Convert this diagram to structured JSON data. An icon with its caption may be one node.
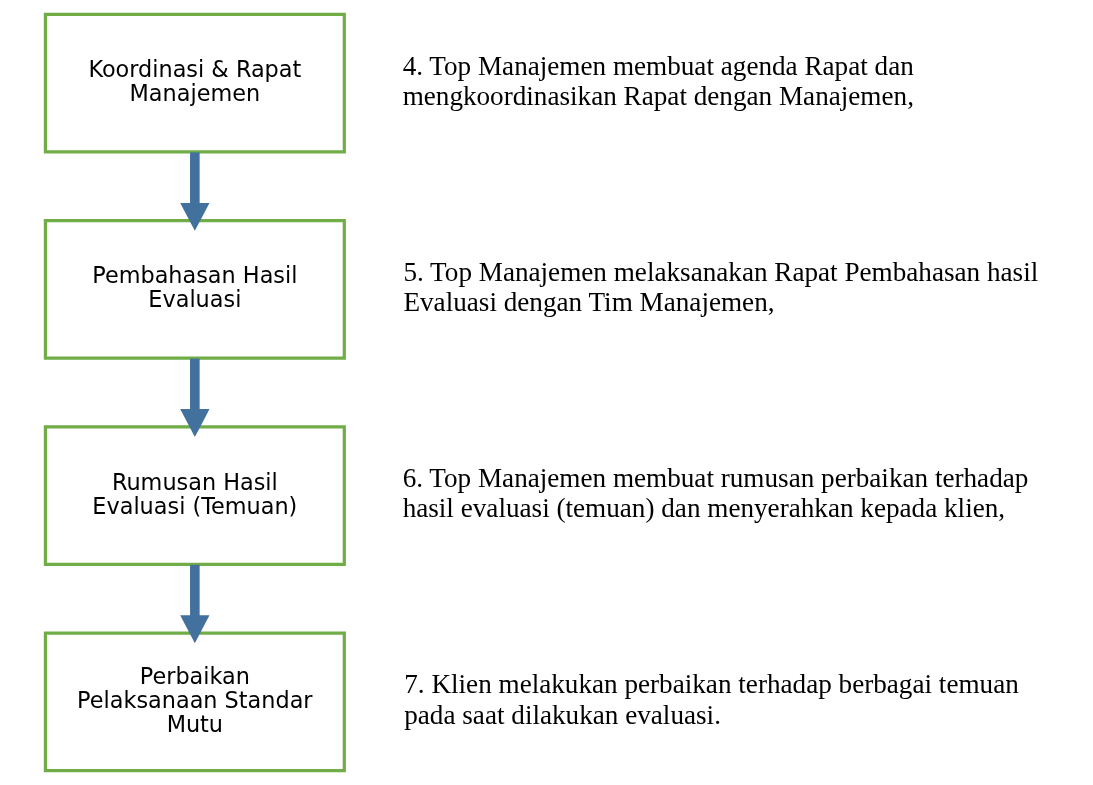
{
  "diagram": {
    "nodes": [
      {
        "text": [
          "Koordinasi & Rapat Manajemen"
        ],
        "beside": [
          "4. Top Manajemen membuat agenda Rapat dan mengkoordinasikan Rapat dengan Manajemen,"
        ]
      },
      {
        "text": [
          "Pembahasan Hasil Evaluasi"
        ],
        "beside": [
          "5. Top Manajemen melaksanakan Rapat Pembahasan hasil Evaluasi dengan Tim Manajemen,"
        ]
      },
      {
        "text": [
          "Rumusan Hasil Evaluasi (Temuan)"
        ],
        "beside": [
          "6. Top Manajemen membuat rumusan perbaikan terhadap hasil evaluasi (temuan) dan menyerahkan kepada klien,"
        ]
      },
      {
        "text": [
          "Perbaikan Pelaksanaan Standar Mutu"
        ],
        "beside": [
          "7. Klien melakukan perbaikan terhadap berbagai temuan pada saat dilakukan evaluasi."
        ]
      }
    ],
    "edges": [
      {
        "from": 0,
        "to": 1,
        "arrow": "to"
      },
      {
        "from": 1,
        "to": 2,
        "arrow": "to"
      },
      {
        "from": 2,
        "to": 3,
        "arrow": "to"
      }
    ]
  }
}
